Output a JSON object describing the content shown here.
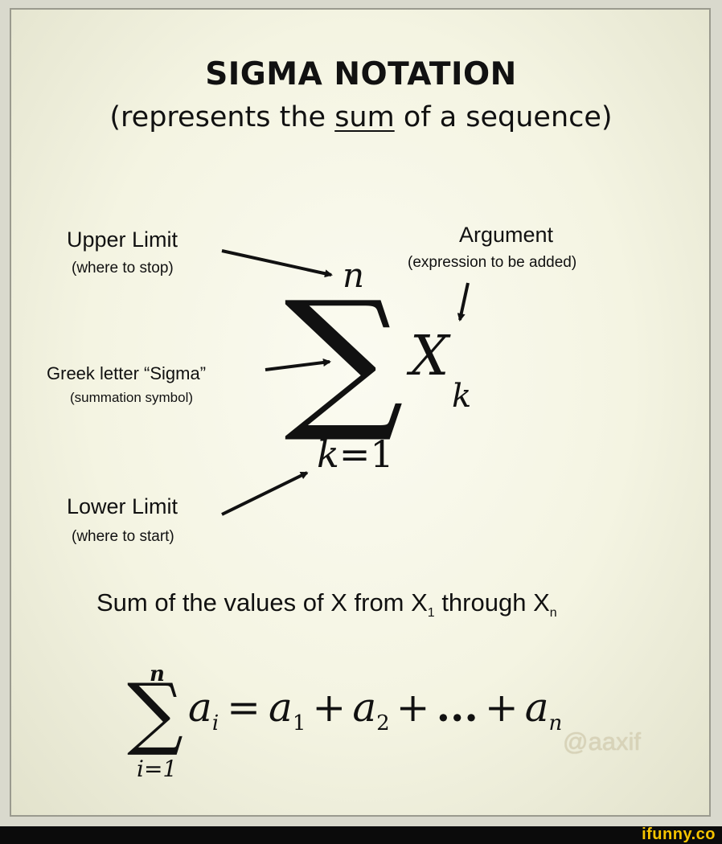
{
  "title": "SIGMA NOTATION",
  "subtitle": {
    "before": "(represents the ",
    "underlined": "sum",
    "after": " of a sequence)"
  },
  "labels": {
    "upper_limit": "Upper Limit",
    "upper_limit_note": "(where to stop)",
    "argument": "Argument",
    "argument_note": "(expression to be added)",
    "greek_letter": "Greek letter “Sigma”",
    "greek_letter_note": "(summation symbol)",
    "lower_limit": "Lower Limit",
    "lower_limit_note": "(where to start)"
  },
  "main_formula": {
    "sigma": "∑",
    "upper": "n",
    "argument": "X",
    "argument_subscript": "k",
    "lower_var": "k",
    "lower_eq": "=1"
  },
  "sum_line": {
    "text": "Sum of the values of X from X",
    "sub1": "1",
    "middle": " through X",
    "sub2": "n"
  },
  "expansion": {
    "sigma": "∑",
    "upper": "n",
    "lower": "i=1",
    "lhs_var": "a",
    "lhs_sub": "i",
    "eq": "=",
    "t1": "a",
    "t1_sub": "1",
    "plus1": "+",
    "t2": "a",
    "t2_sub": "2",
    "plus2": "+",
    "dots": "...",
    "plus3": "+",
    "tn": "a",
    "tn_sub": "n"
  },
  "watermark": "@aaxif",
  "footer_logo": "ifunny.co"
}
